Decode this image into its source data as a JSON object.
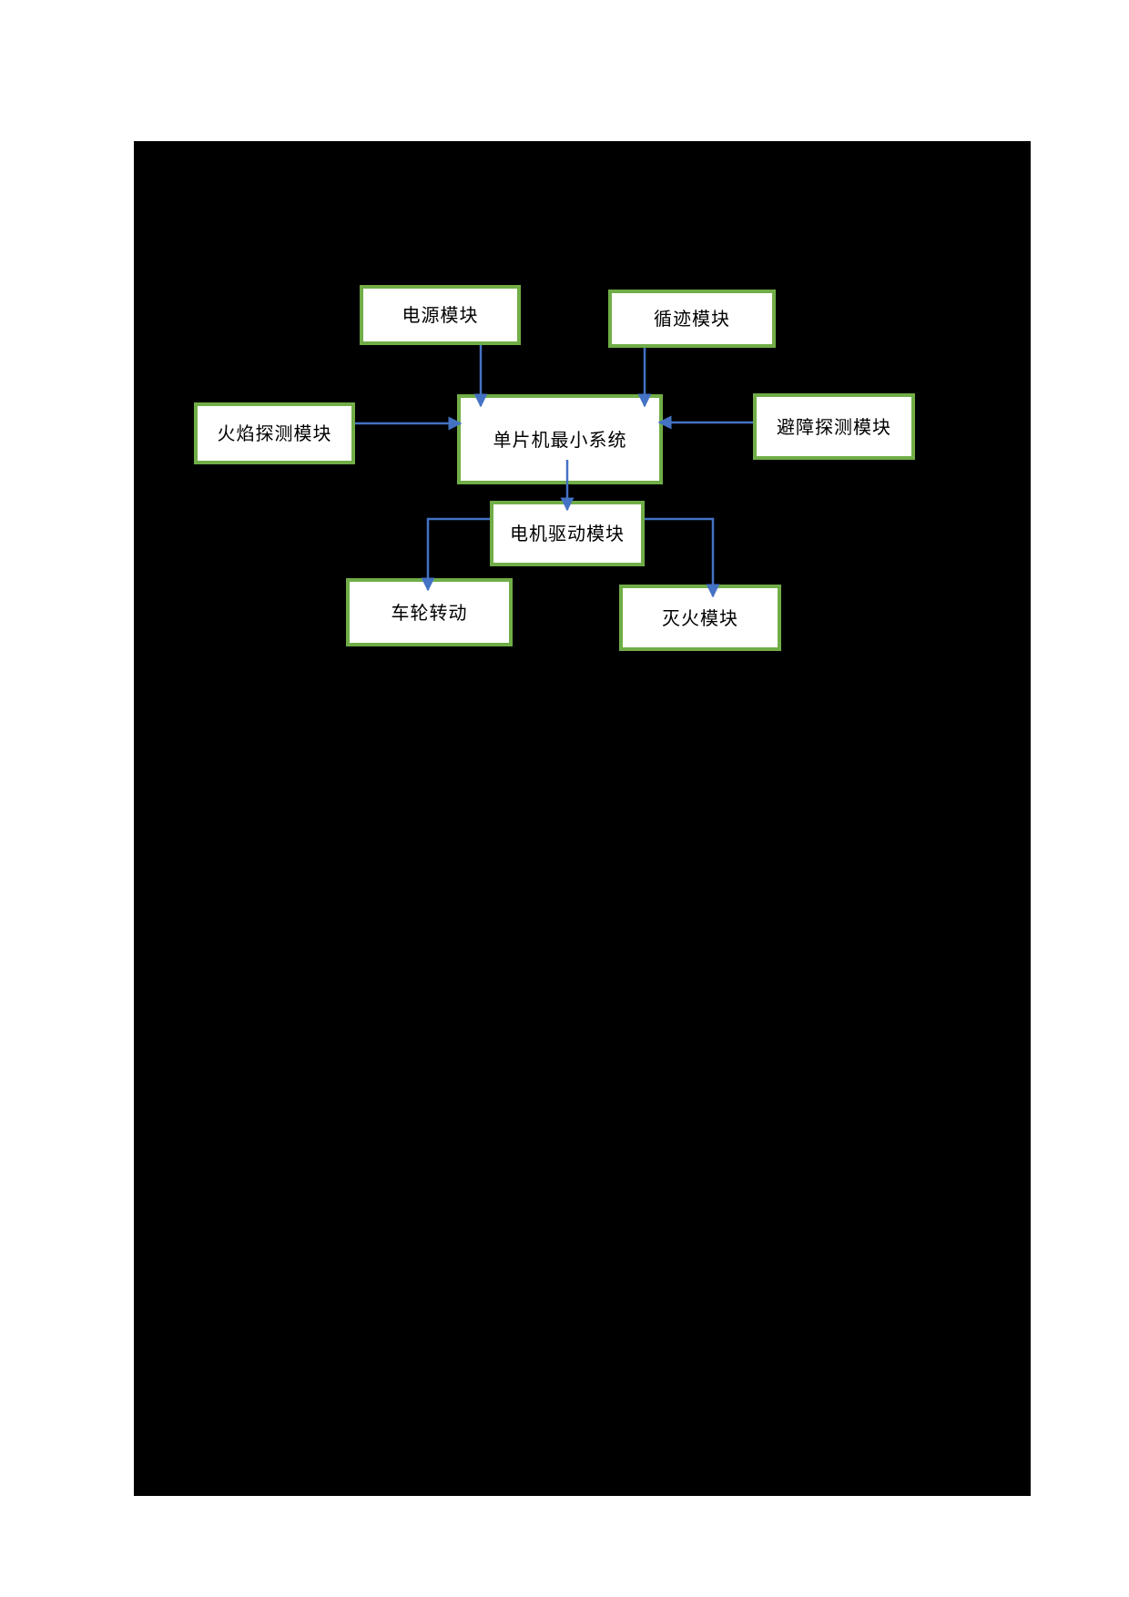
{
  "page": {
    "background_color": "#ffffff"
  },
  "canvas": {
    "background_color": "#000000"
  },
  "colors": {
    "box_border": "#70AD47",
    "box_fill": "#FFFFFF",
    "connector_blue": "#4472C4",
    "label_text": "#000000"
  },
  "diagram": {
    "type": "flowchart",
    "nodes": [
      {
        "id": "power",
        "label": "电源模块"
      },
      {
        "id": "tracking",
        "label": "循迹模块"
      },
      {
        "id": "flame",
        "label": "火焰探测模块"
      },
      {
        "id": "mcu",
        "label": "单片机最小系统"
      },
      {
        "id": "obstacle",
        "label": "避障探测模块"
      },
      {
        "id": "motor",
        "label": "电机驱动模块"
      },
      {
        "id": "wheel",
        "label": "车轮转动"
      },
      {
        "id": "extinguish",
        "label": "灭火模块"
      }
    ],
    "edges": [
      {
        "from": "power",
        "to": "mcu",
        "style": "straight-down-arrow"
      },
      {
        "from": "tracking",
        "to": "mcu",
        "style": "straight-down-arrow"
      },
      {
        "from": "flame",
        "to": "mcu",
        "style": "straight-right-arrow"
      },
      {
        "from": "obstacle",
        "to": "mcu",
        "style": "straight-left-arrow"
      },
      {
        "from": "mcu",
        "to": "motor",
        "style": "straight-down-arrow"
      },
      {
        "from": "motor",
        "to": "wheel",
        "style": "elbow-left-down-arrow"
      },
      {
        "from": "motor",
        "to": "extinguish",
        "style": "elbow-right-down-arrow"
      }
    ]
  }
}
